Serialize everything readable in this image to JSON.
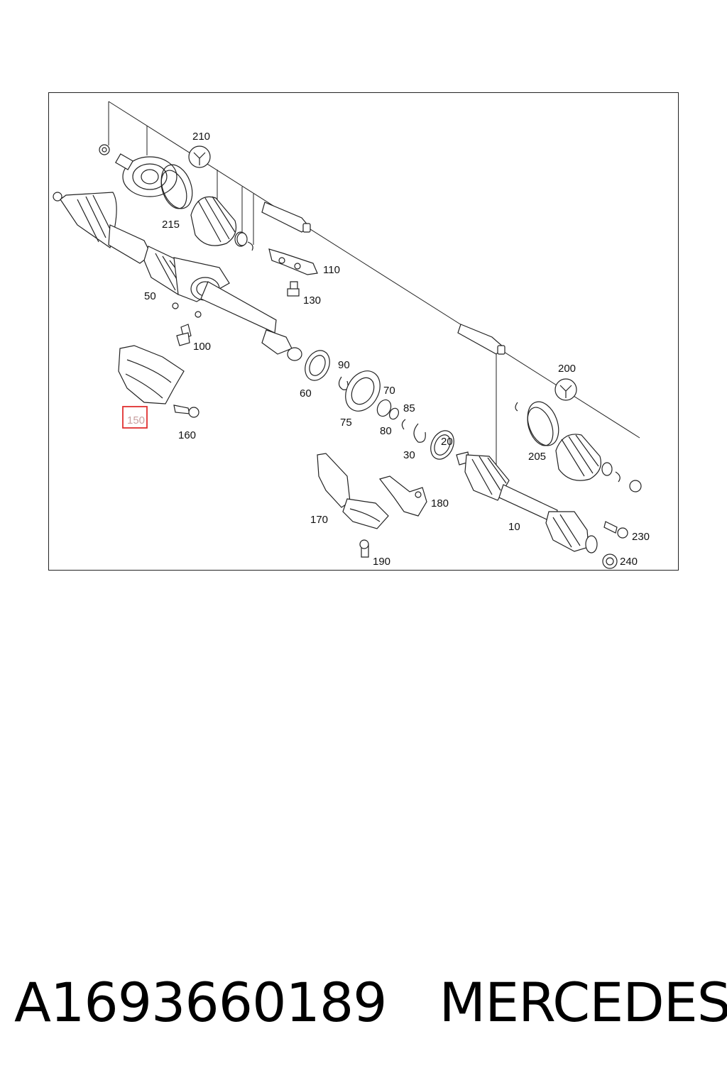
{
  "diagram": {
    "callouts": {
      "c10": "10",
      "c20": "20",
      "c30": "30",
      "c50": "50",
      "c60": "60",
      "c70": "70",
      "c75": "75",
      "c80": "80",
      "c85": "85",
      "c90": "90",
      "c100": "100",
      "c110": "110",
      "c130": "130",
      "c150": "150",
      "c160": "160",
      "c170": "170",
      "c180": "180",
      "c190": "190",
      "c200": "200",
      "c205": "205",
      "c210": "210",
      "c215": "215",
      "c230": "230",
      "c240": "240"
    },
    "highlight_color": "#e03030"
  },
  "caption": {
    "part_number": "A1693660189",
    "brand": "MERCEDES"
  }
}
